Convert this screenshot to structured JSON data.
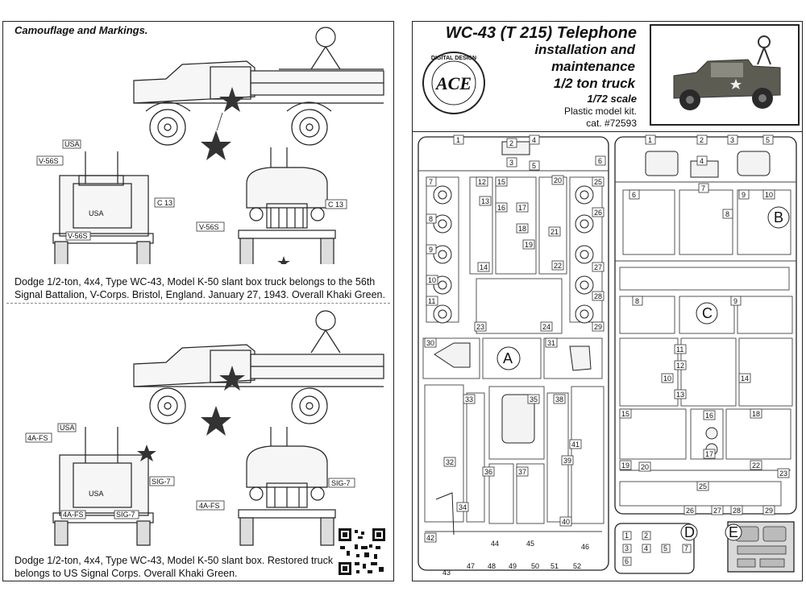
{
  "left": {
    "section_title": "Camouflage and Markings.",
    "variant1": {
      "caption_line1": "Dodge 1/2-ton, 4x4, Type WC-43, Model K-50 slant box truck belongs to the 56th",
      "caption_line2": "Signal Battalion, V-Corps. Bristol, England. January 27, 1943. Overall Khaki Green.",
      "rear_labels": [
        "USA",
        "V-56S",
        "C 13",
        "V-56S"
      ],
      "front_labels": [
        "C 13",
        "V-56S"
      ],
      "plate_text": "USA"
    },
    "variant2": {
      "caption_line1": "Dodge 1/2-ton, 4x4, Type WC-43, Model K-50 slant box. Restored truck",
      "caption_line2": "belongs to US Signal Corps. Overall Khaki Green.",
      "rear_labels": [
        "USA",
        "4A-FS",
        "SIG-7",
        "4A-FS",
        "SIG-7"
      ],
      "front_labels": [
        "SIG-7",
        "4A-FS"
      ],
      "plate_text": "USA"
    }
  },
  "right": {
    "title": "WC-43 (T 215) Telephone",
    "subtitle_line1": "installation and",
    "subtitle_line2": "maintenance",
    "subtitle_line3": "1/2 ton truck",
    "scale": "1/72 scale",
    "kit_type": "Plastic model kit.",
    "catalog": "cat. #72593",
    "logo_text": "ACE",
    "logo_ring": "DIGITAL DESIGN",
    "sprue_letters": [
      "A",
      "B",
      "C",
      "D",
      "E"
    ]
  },
  "colors": {
    "ink": "#111111",
    "border": "#222222",
    "photo_bg": "#d9d9d9"
  }
}
